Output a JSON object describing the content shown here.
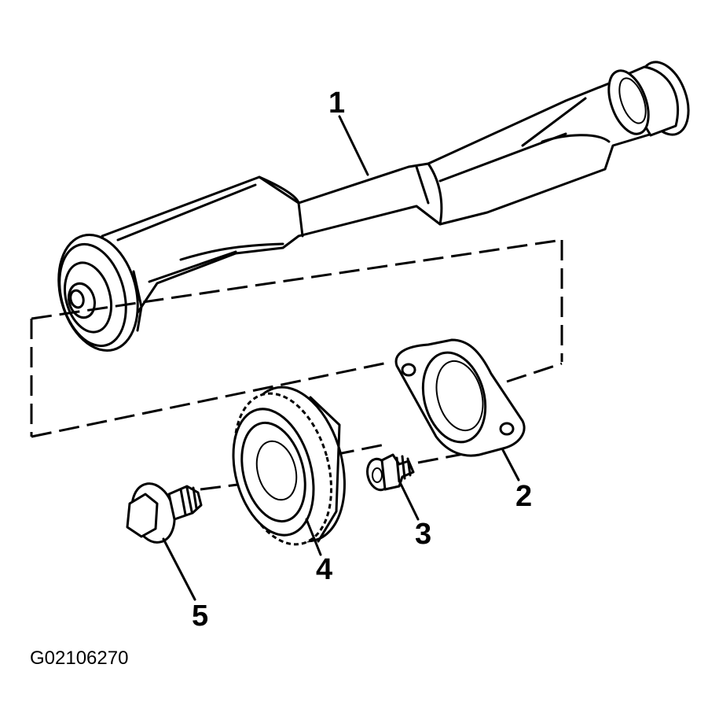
{
  "figure": {
    "id_label": "G02106270"
  },
  "callouts": [
    {
      "number": "1",
      "part": "balancer-shaft"
    },
    {
      "number": "2",
      "part": "thrust-plate"
    },
    {
      "number": "3",
      "part": "plate-cap-screw"
    },
    {
      "number": "4",
      "part": "balancer-gear"
    },
    {
      "number": "5",
      "part": "gear-cap-screw"
    }
  ]
}
